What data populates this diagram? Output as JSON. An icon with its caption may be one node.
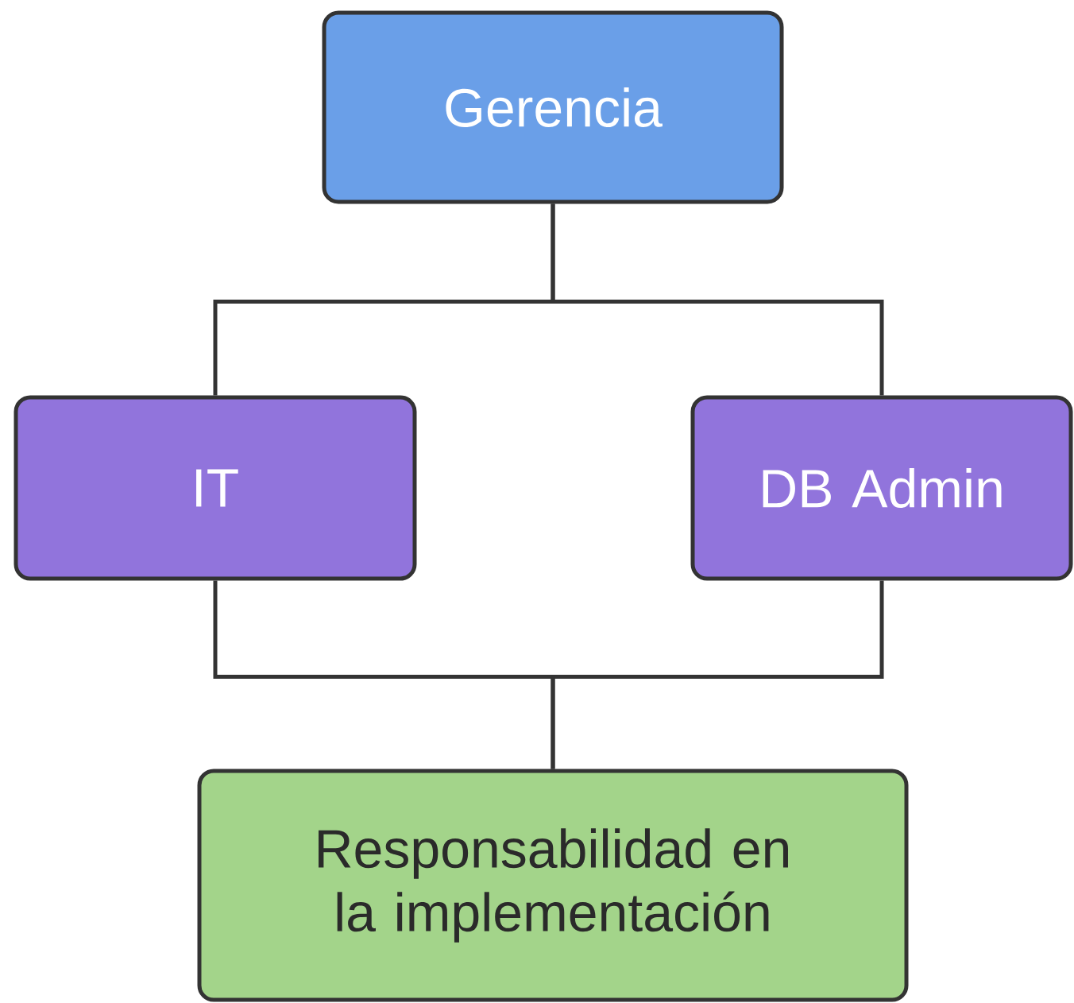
{
  "diagram": {
    "nodes": [
      {
        "text": [
          "Gerencia"
        ]
      },
      {
        "text": [
          "IT"
        ]
      },
      {
        "text": [
          "DB Admin"
        ]
      },
      {
        "text": [
          "Responsabilidad en la implementación"
        ]
      }
    ],
    "edges": [
      {
        "from": 0,
        "to": 1,
        "arrow": "none"
      },
      {
        "from": 0,
        "to": 2,
        "arrow": "none"
      },
      {
        "from": 1,
        "to": 3,
        "arrow": "none"
      },
      {
        "from": 2,
        "to": 3,
        "arrow": "none"
      }
    ]
  }
}
